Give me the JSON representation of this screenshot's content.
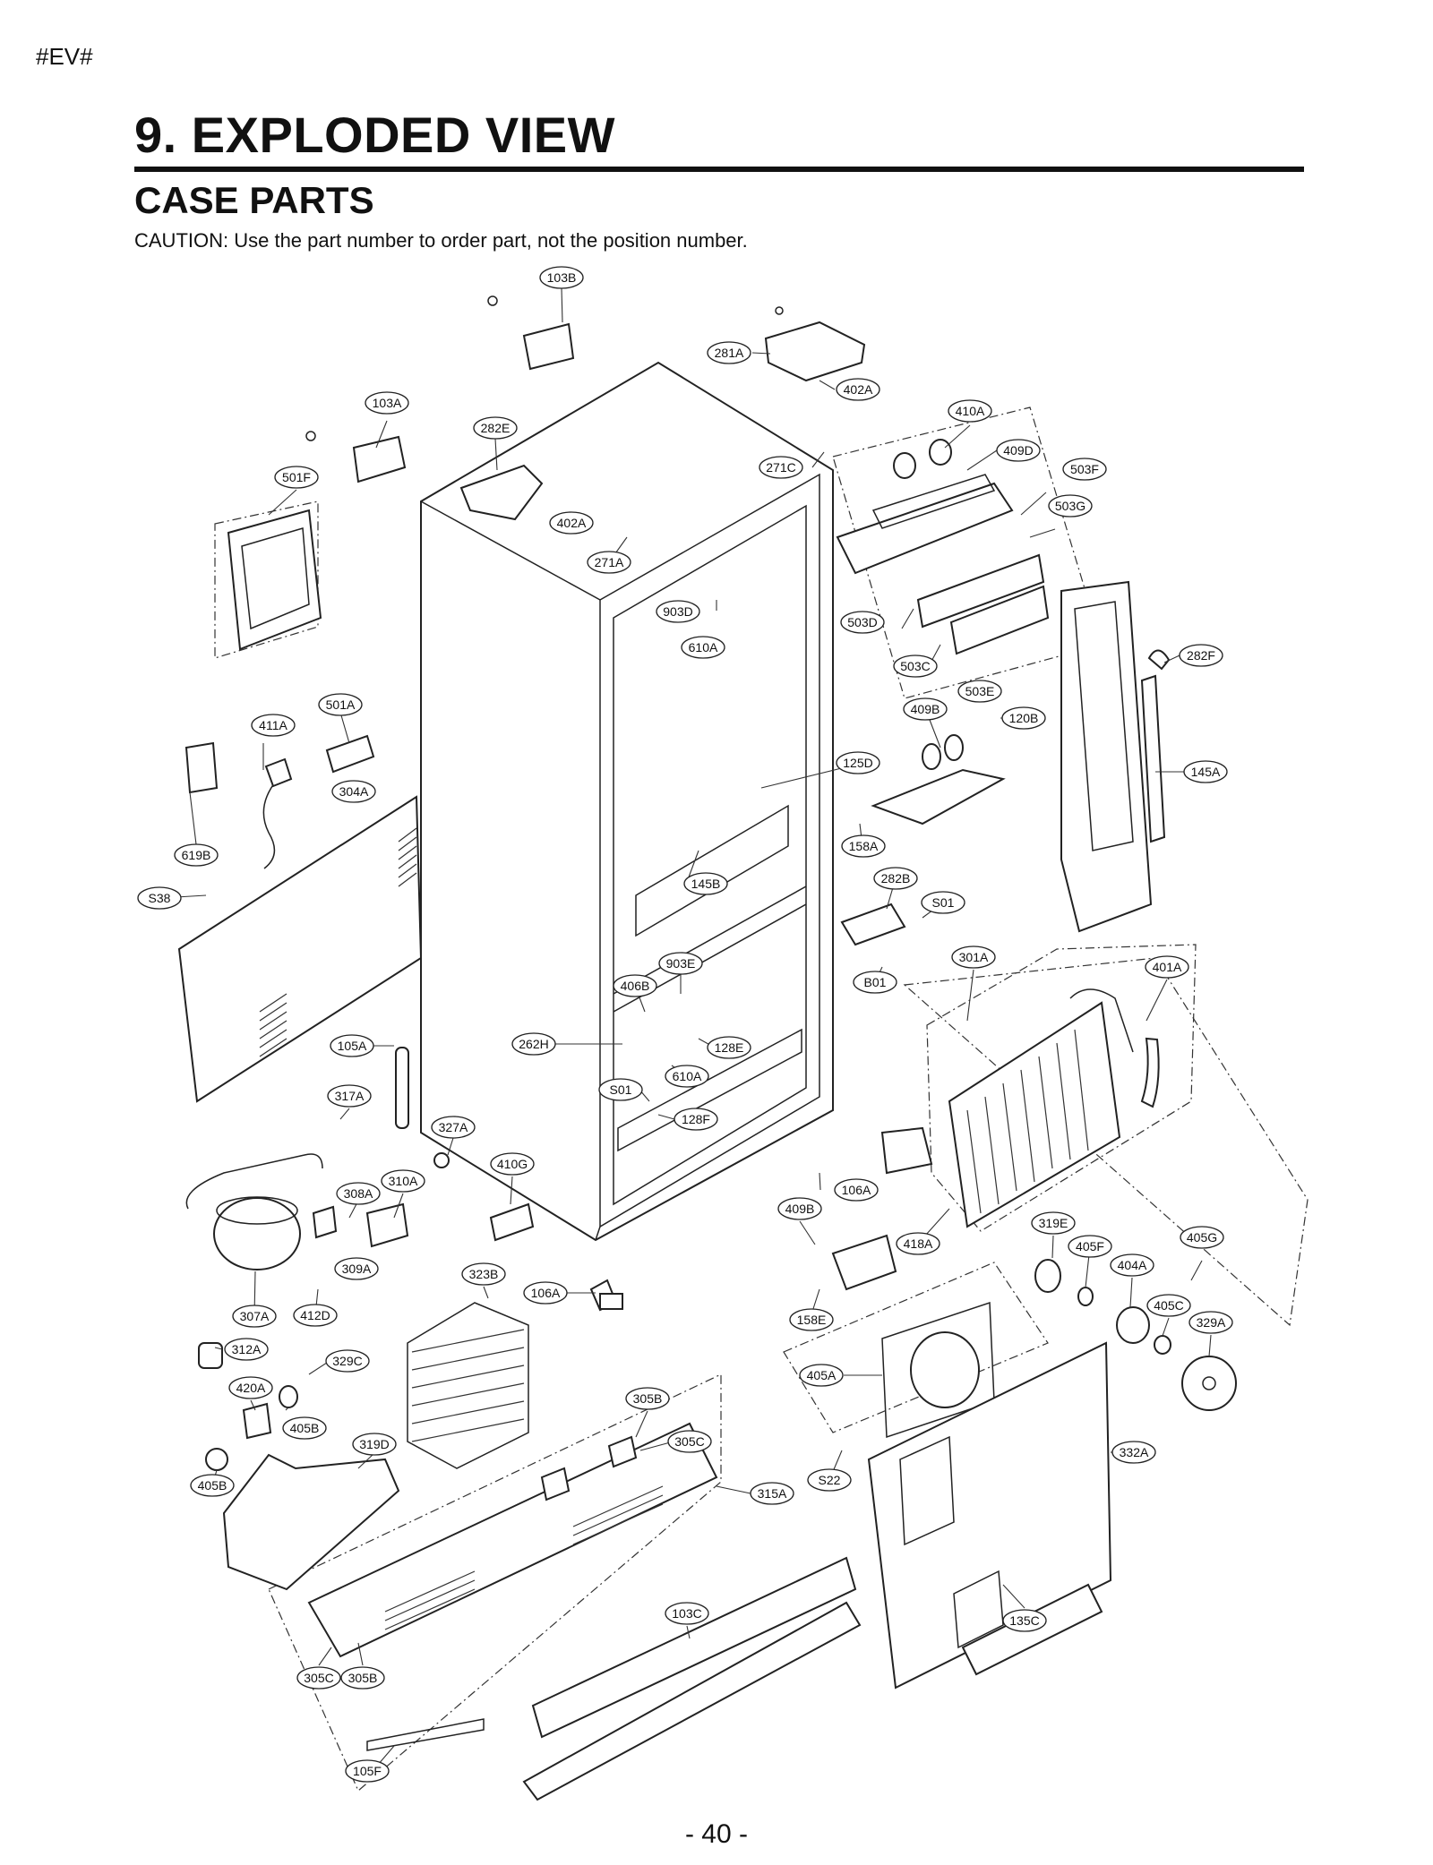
{
  "header": {
    "tag": "#EV#",
    "title": "9. EXPLODED VIEW",
    "subtitle": "CASE PARTS",
    "caution": "CAUTION: Use the part number to order part, not the position number."
  },
  "footer": {
    "page": "- 40 -"
  },
  "labels": [
    "103B",
    "281A",
    "402A",
    "103A",
    "282E",
    "410A",
    "409D",
    "503F",
    "271C",
    "501F",
    "503G",
    "402A",
    "271A",
    "903D",
    "503D",
    "610A",
    "503C",
    "282F",
    "503E",
    "409B",
    "501A",
    "120B",
    "411A",
    "125D",
    "145A",
    "304A",
    "158A",
    "619B",
    "282B",
    "S38",
    "145B",
    "S01",
    "301A",
    "401A",
    "903E",
    "B01",
    "406B",
    "262H",
    "128E",
    "105A",
    "610A",
    "S01",
    "317A",
    "128F",
    "327A",
    "410G",
    "310A",
    "106A",
    "308A",
    "409B",
    "319E",
    "405G",
    "418A",
    "405F",
    "404A",
    "309A",
    "323B",
    "106A",
    "405C",
    "329A",
    "307A",
    "412D",
    "158E",
    "312A",
    "329C",
    "405A",
    "420A",
    "305B",
    "405B",
    "305C",
    "332A",
    "319D",
    "S22",
    "315A",
    "405B",
    "103C",
    "135C",
    "305C",
    "305B",
    "105F"
  ]
}
